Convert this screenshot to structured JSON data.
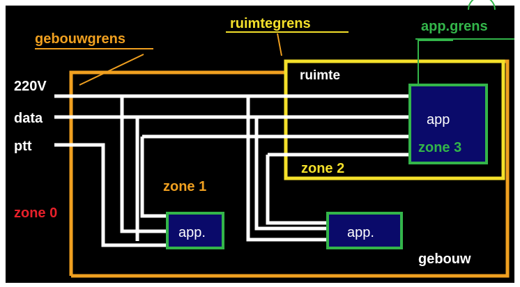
{
  "labels": {
    "gebouwgrens": "gebouwgrens",
    "ruimtegrens": "ruimtegrens",
    "app_grens": "app.grens",
    "v220": "220V",
    "data": "data",
    "ptt": "ptt",
    "ruimte": "ruimte",
    "app_main": "app",
    "zone3": "zone 3",
    "zone2": "zone 2",
    "zone1": "zone 1",
    "zone0": "zone 0",
    "app_left": "app.",
    "app_right": "app.",
    "gebouw": "gebouw"
  },
  "colors": {
    "background": "#000000",
    "building_border": "#f0a020",
    "room_border": "#f4e02a",
    "app_border": "#33b54a",
    "app_fill": "#0a0a6a",
    "wire": "#ffffff",
    "zone0": "#e8202a",
    "zone1": "#f0a020",
    "zone2": "#f4e02a",
    "zone3": "#33b54a"
  }
}
